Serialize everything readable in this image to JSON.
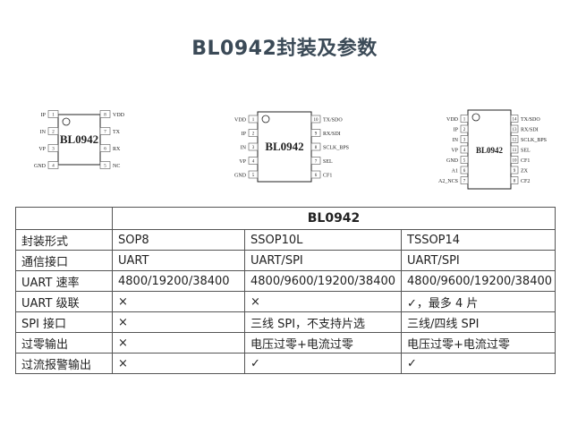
{
  "title": "BL0942封装及参数",
  "packages": [
    {
      "label": "BL0942",
      "left_pins": [
        {
          "num": "1",
          "name": "IP"
        },
        {
          "num": "2",
          "name": "IN"
        },
        {
          "num": "3",
          "name": "VP"
        },
        {
          "num": "4",
          "name": "GND"
        }
      ],
      "right_pins": [
        {
          "num": "8",
          "name": "VDD"
        },
        {
          "num": "7",
          "name": "TX"
        },
        {
          "num": "6",
          "name": "RX"
        },
        {
          "num": "5",
          "name": "NC"
        }
      ]
    },
    {
      "label": "BL0942",
      "left_pins": [
        {
          "num": "1",
          "name": "VDD"
        },
        {
          "num": "2",
          "name": "IP"
        },
        {
          "num": "3",
          "name": "IN"
        },
        {
          "num": "4",
          "name": "VP"
        },
        {
          "num": "5",
          "name": "GND"
        }
      ],
      "right_pins": [
        {
          "num": "10",
          "name": "TX/SDO"
        },
        {
          "num": "9",
          "name": "RX/SDI"
        },
        {
          "num": "8",
          "name": "SCLK_BPS"
        },
        {
          "num": "7",
          "name": "SEL"
        },
        {
          "num": "6",
          "name": "CF1"
        }
      ]
    },
    {
      "label": "BL0942",
      "left_pins": [
        {
          "num": "1",
          "name": "VDD"
        },
        {
          "num": "2",
          "name": "IP"
        },
        {
          "num": "3",
          "name": "IN"
        },
        {
          "num": "4",
          "name": "VP"
        },
        {
          "num": "5",
          "name": "GND"
        },
        {
          "num": "6",
          "name": "A1"
        },
        {
          "num": "7",
          "name": "A2_NCS"
        }
      ],
      "right_pins": [
        {
          "num": "14",
          "name": "TX/SDO"
        },
        {
          "num": "13",
          "name": "RX/SDI"
        },
        {
          "num": "12",
          "name": "SCLK_BPS"
        },
        {
          "num": "11",
          "name": "SEL"
        },
        {
          "num": "10",
          "name": "CF1"
        },
        {
          "num": "9",
          "name": "ZX"
        },
        {
          "num": "8",
          "name": "CF2"
        }
      ]
    }
  ],
  "table": {
    "group_header": "BL0942",
    "rows": [
      {
        "label": "封装形式",
        "cells": [
          "SOP8",
          "SSOP10L",
          "TSSOP14"
        ]
      },
      {
        "label": "通信接口",
        "cells": [
          "UART",
          "UART/SPI",
          "UART/SPI"
        ]
      },
      {
        "label": "UART 速率",
        "cells": [
          "4800/19200/38400",
          "4800/9600/19200/38400",
          "4800/9600/19200/38400"
        ]
      },
      {
        "label": "UART 级联",
        "cells": [
          "×",
          "×",
          "✓，最多 4 片"
        ]
      },
      {
        "label": "SPI 接口",
        "cells": [
          "×",
          "三线 SPI，不支持片选",
          "三线/四线 SPI"
        ]
      },
      {
        "label": "过零输出",
        "cells": [
          "×",
          "电压过零+电流过零",
          "电压过零+电流过零"
        ]
      },
      {
        "label": "过流报警输出",
        "cells": [
          "×",
          "✓",
          "✓"
        ]
      }
    ]
  }
}
